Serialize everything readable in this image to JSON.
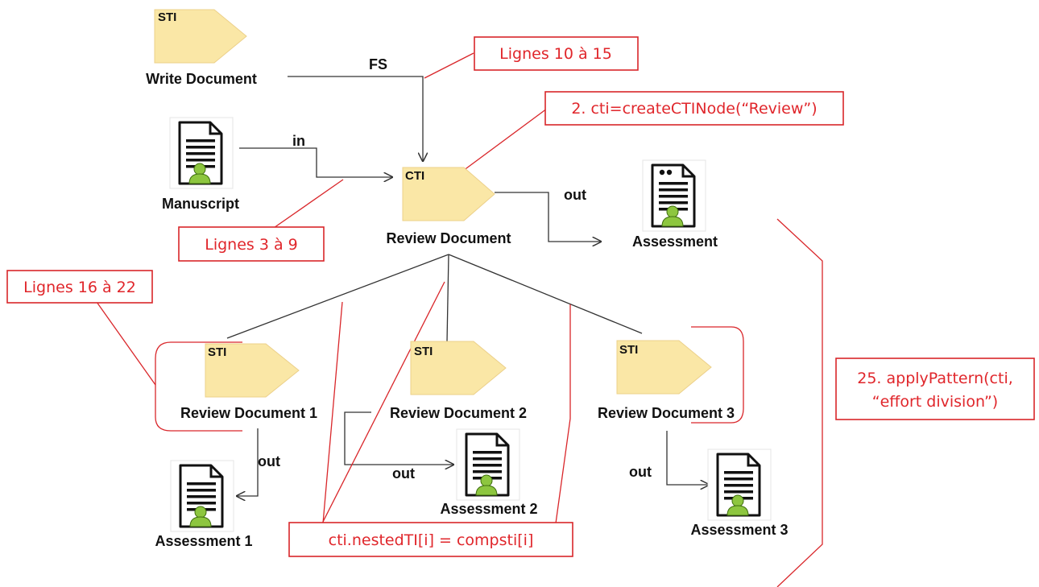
{
  "colors": {
    "task_fill": "#fae7a6",
    "annotation": "#e0262b",
    "connector": "#333333"
  },
  "nodes": {
    "write_document": {
      "tag": "STI",
      "label": "Write Document"
    },
    "manuscript": {
      "label": "Manuscript",
      "icon": "document-person-icon"
    },
    "review_document": {
      "tag": "CTI",
      "label": "Review Document"
    },
    "assessment": {
      "label": "Assessment",
      "icon": "document-person-icon"
    },
    "review_document_1": {
      "tag": "STI",
      "label": "Review Document 1"
    },
    "review_document_2": {
      "tag": "STI",
      "label": "Review Document 2"
    },
    "review_document_3": {
      "tag": "STI",
      "label": "Review Document 3"
    },
    "assessment_1": {
      "label": "Assessment 1",
      "icon": "document-person-icon"
    },
    "assessment_2": {
      "label": "Assessment 2",
      "icon": "document-person-icon"
    },
    "assessment_3": {
      "label": "Assessment 3",
      "icon": "document-person-icon"
    }
  },
  "edges": {
    "fs": "FS",
    "in": "in",
    "out_main": "out",
    "out_1": "out",
    "out_2": "out",
    "out_3": "out"
  },
  "annotations": {
    "lignes_10_15": "Lignes 10 à 15",
    "create_cti": "2. cti=createCTINode(“Review”)",
    "lignes_3_9": "Lignes 3 à 9",
    "lignes_16_22": "Lignes 16 à 22",
    "apply_pattern_line1": "25. applyPattern(cti,",
    "apply_pattern_line2": "“effort division”)",
    "nested_ti": "cti.nestedTI[i] = compsti[i]"
  }
}
